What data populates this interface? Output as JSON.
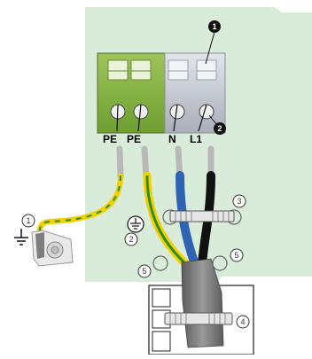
{
  "terminals": [
    {
      "label": "PE",
      "color": "#7fae3a"
    },
    {
      "label": "PE",
      "color": "#7fae3a"
    },
    {
      "label": "N",
      "color": "#c9cdd6"
    },
    {
      "label": "L1",
      "color": "#c9cdd6"
    }
  ],
  "callouts": {
    "one_top": "1",
    "two_right": "2",
    "three": "3",
    "four": "4",
    "five_left": "5",
    "five_right": "5",
    "one_left": "1",
    "two_left": "2"
  },
  "colors": {
    "board": "#d9ecd9",
    "pe_wire": "#f2d000",
    "pe_stripe": "#2e8b2e",
    "n_wire": "#2f64b4",
    "l_wire": "#111111",
    "sheath": "#7f7f7f"
  },
  "icons": [
    "ground-symbol-icon",
    "ground-circle-icon"
  ]
}
